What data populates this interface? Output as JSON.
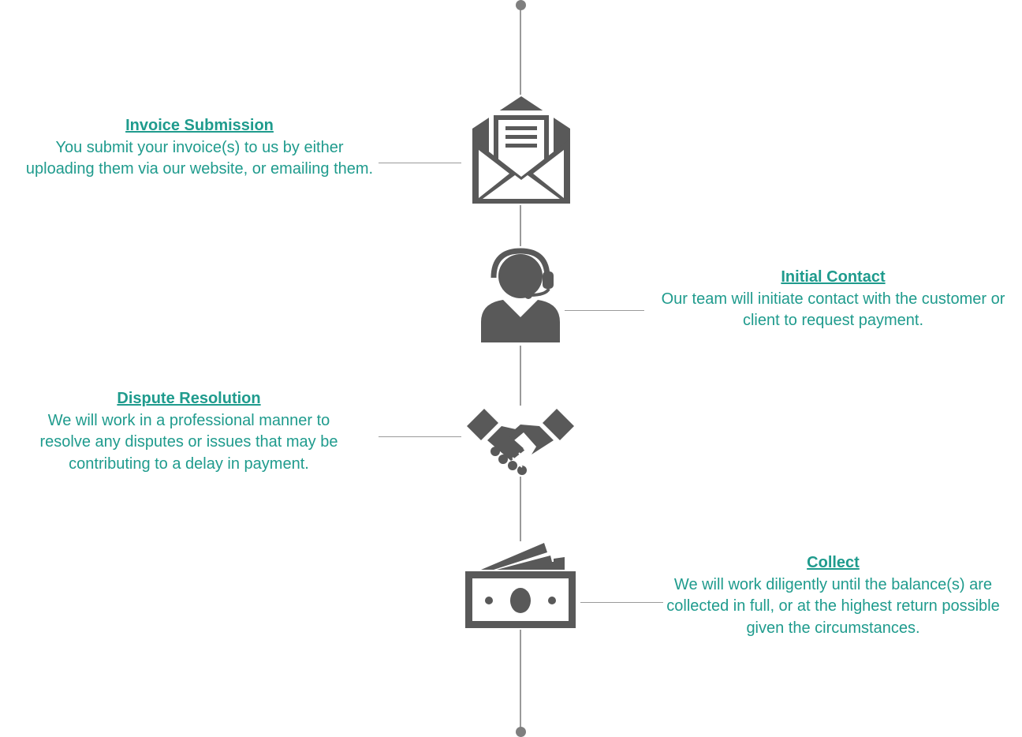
{
  "colors": {
    "accent_text": "#1f9b8d",
    "icon": "#595959",
    "line": "#9a9a9a"
  },
  "steps": [
    {
      "title": "Invoice Submission",
      "description": "You submit your invoice(s) to us by either uploading them via our website, or emailing them.",
      "icon": "envelope-letter-icon",
      "side": "left"
    },
    {
      "title": "Initial Contact",
      "description": "Our team will initiate contact with the customer or client to request payment.",
      "icon": "headset-agent-icon",
      "side": "right"
    },
    {
      "title": "Dispute Resolution",
      "description": "We will work in a professional manner to resolve any disputes or issues that may be contributing to a delay in payment.",
      "icon": "handshake-icon",
      "side": "left"
    },
    {
      "title": "Collect",
      "description": "We will work diligently until the balance(s) are collected in full, or at the highest return possible given the circumstances.",
      "icon": "money-bills-icon",
      "side": "right"
    }
  ]
}
